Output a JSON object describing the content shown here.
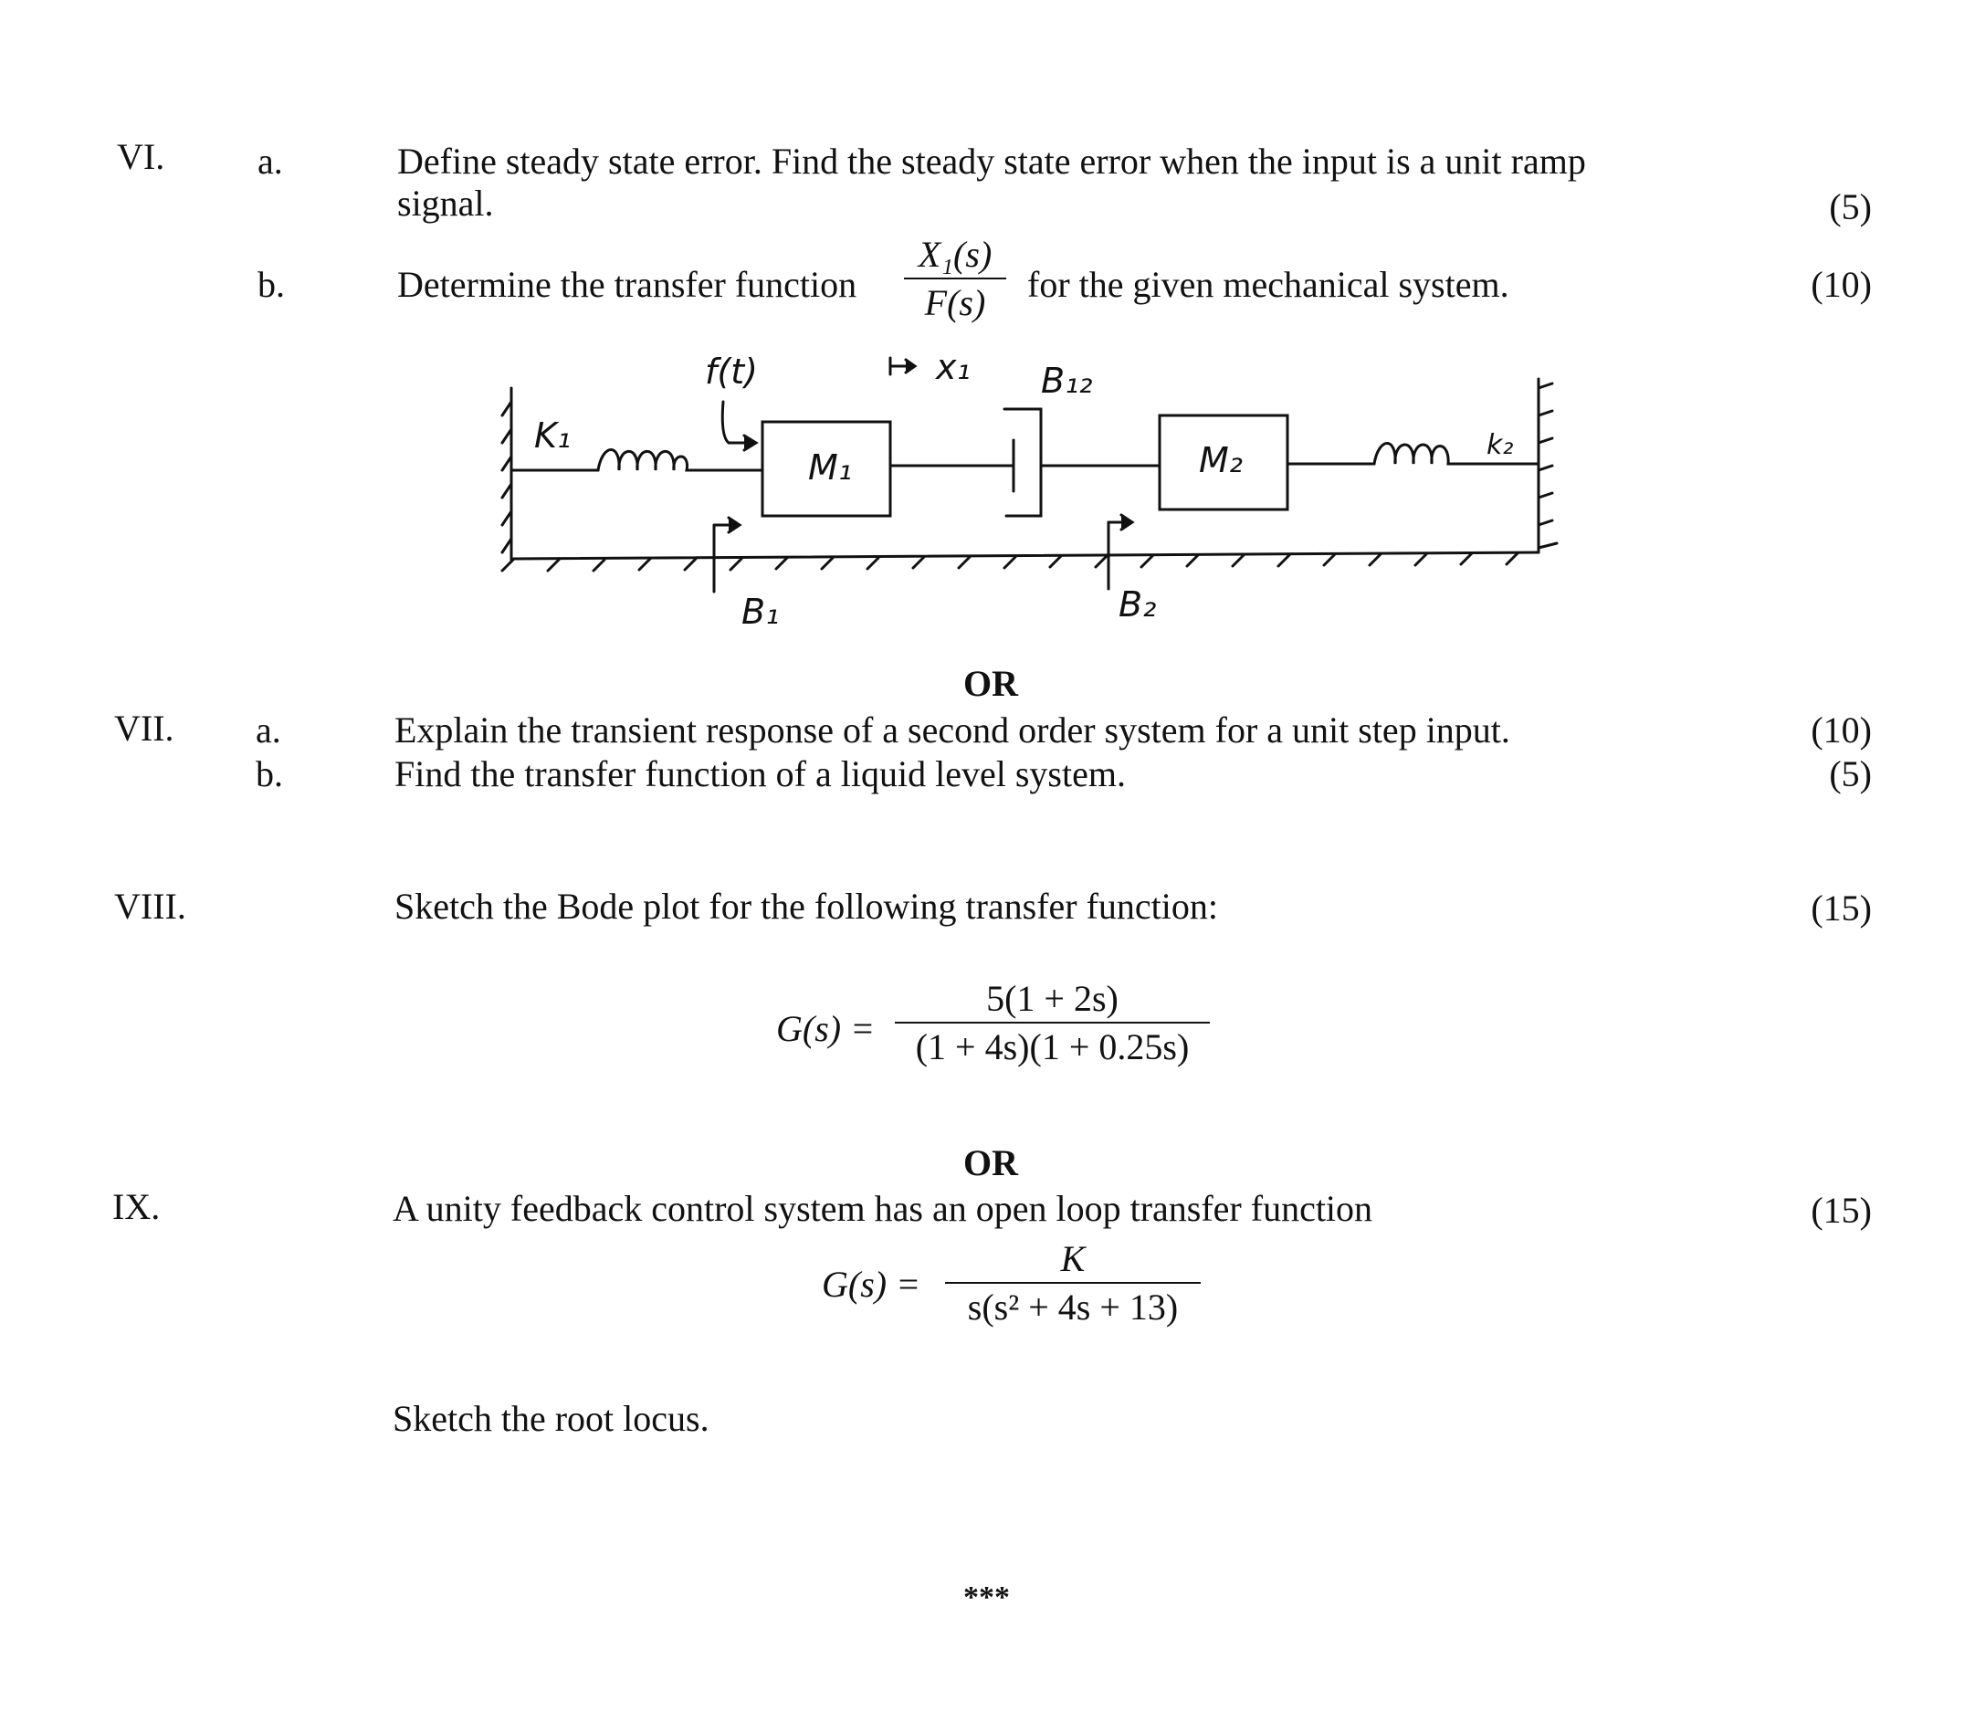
{
  "q6": {
    "roman": "VI.",
    "a": {
      "letter": "a.",
      "line1": "Define steady state error.  Find the steady state error when the input  is a unit ramp",
      "line2": "signal.",
      "marks": "(5)"
    },
    "b": {
      "letter": "b.",
      "text_before": "Determine the transfer function",
      "num": "X₁(s)",
      "den": "F(s)",
      "text_after": "for the given mechanical system.",
      "marks": "(10)"
    }
  },
  "diagram": {
    "labels": {
      "f": "f(t)",
      "x1": "x₁",
      "b12": "B₁₂",
      "k1": "K₁",
      "m1": "M₁",
      "m2": "M₂",
      "k2": "k₂",
      "b1": "B₁",
      "b2": "B₂"
    }
  },
  "or1": "OR",
  "q7": {
    "roman": "VII.",
    "a": {
      "letter": "a.",
      "text": "Explain the transient  response of a second order system for a  unit step input.",
      "marks": "(10)"
    },
    "b": {
      "letter": "b.",
      "text": "Find the transfer function of a liquid level system.",
      "marks": "(5)"
    }
  },
  "q8": {
    "roman": "VIII.",
    "text": "Sketch the Bode plot for the following transfer function:",
    "marks": "(15)",
    "lhs": "G(s) =",
    "num": "5(1 + 2s)",
    "den": "(1 + 4s)(1 + 0.25s)"
  },
  "or2": "OR",
  "q9": {
    "roman": "IX.",
    "text": "A unity feedback  control system has an open loop transfer function",
    "marks": "(15)",
    "lhs": "G(s) =",
    "num": "K",
    "den": "s(s² + 4s + 13)",
    "tail": "Sketch the root locus."
  },
  "end": "***"
}
